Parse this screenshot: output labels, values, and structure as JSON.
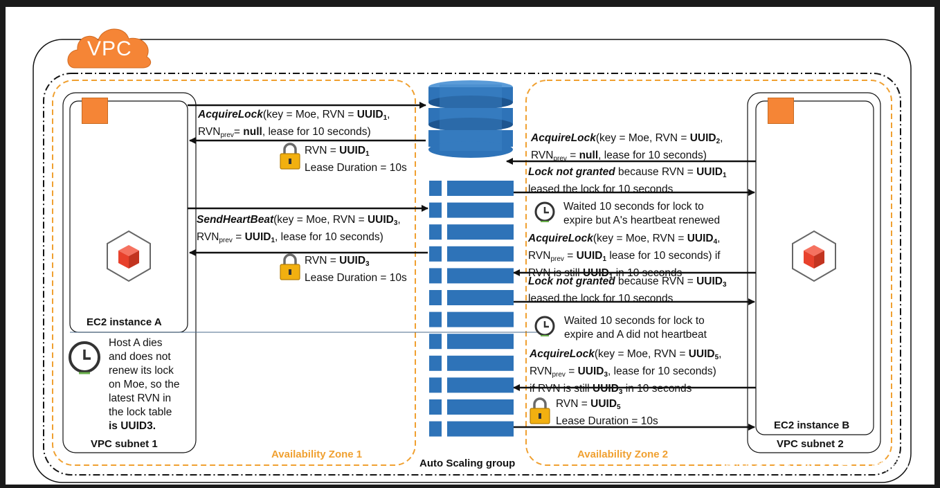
{
  "vpc_badge": "VPC",
  "watermark": "掘金技术社区 @ 日月星辰Ace",
  "auto_scaling_label": "Auto Scaling group",
  "zones": {
    "zone1": "Availability Zone 1",
    "zone2": "Availability Zone 2"
  },
  "subnets": {
    "subnet1": "VPC subnet 1",
    "subnet2": "VPC subnet 2"
  },
  "instances": {
    "a": "EC2 instance A",
    "b": "EC2 instance B"
  },
  "left_messages": {
    "acquire1_op": "AcquireLock",
    "acquire1_args1": "(key = Moe, RVN = ",
    "acquire1_uuid": "UUID",
    "acquire1_sub": "1",
    "acquire1_end1": ",",
    "acquire1_rvn": "RVN",
    "acquire1_prev": "prev",
    "acquire1_eq": "= ",
    "acquire1_null": "null",
    "acquire1_rest": ", lease for 10 seconds)",
    "resp1_rvn": "RVN = ",
    "resp1_uuid": "UUID",
    "resp1_sub": "1",
    "resp1_lease": "Lease Duration = 10s",
    "hb_op": "SendHeartBeat",
    "hb_args1": "(key = Moe, RVN = ",
    "hb_uuid": "UUID",
    "hb_sub": "3",
    "hb_end1": ",",
    "hb_rvn": "RVN",
    "hb_prev": "prev",
    "hb_eq": " = ",
    "hb_uuid2": "UUID",
    "hb_sub2": "1",
    "hb_rest": ", lease for 10 seconds)",
    "resp2_rvn": "RVN = ",
    "resp2_uuid": "UUID",
    "resp2_sub": "3",
    "resp2_lease": "Lease Duration = 10s"
  },
  "host_a_note": [
    "Host A dies",
    "and does not",
    "renew its lock",
    "on Moe, so the",
    "latest RVN in",
    "the lock table",
    "is UUID3."
  ],
  "right_messages": {
    "acq2_op": "AcquireLock",
    "acq2_args": "(key = Moe, RVN = ",
    "acq2_uuid": "UUID",
    "acq2_sub": "2",
    "acq2_end": ",",
    "acq2_rvn": "RVN",
    "acq2_prev": "prev",
    "acq2_eq": " = ",
    "acq2_null": "null",
    "acq2_rest": ", lease for 10 seconds)",
    "deny1_head": "Lock not granted",
    "deny1_mid": " because RVN = ",
    "deny1_uuid": "UUID",
    "deny1_sub": "1",
    "deny1_line2": "leased the lock for 10 seconds",
    "wait1_l1": "Waited 10 seconds for lock to",
    "wait1_l2": "expire but A's heartbeat renewed",
    "acq4_op": "AcquireLock",
    "acq4_args": "(key = Moe, RVN = ",
    "acq4_uuid": "UUID",
    "acq4_sub": "4",
    "acq4_end": ",",
    "acq4_rvn": "RVN",
    "acq4_prev": "prev",
    "acq4_eq": " = ",
    "acq4_uuid2": "UUID",
    "acq4_sub2": "1",
    "acq4_rest": " lease for 10 seconds) if",
    "acq4_l3a": "RVN is still ",
    "acq4_l3u": "UUID",
    "acq4_l3s": "1",
    "acq4_l3b": " in 10 seconds",
    "deny2_head": "Lock not granted",
    "deny2_mid": " because RVN = ",
    "deny2_uuid": "UUID",
    "deny2_sub": "3",
    "deny2_line2": "leased the lock for 10 seconds",
    "wait2_l1": "Waited 10 seconds for lock to",
    "wait2_l2": "expire and A did not heartbeat",
    "acq5_op": "AcquireLock",
    "acq5_args": "(key = Moe, RVN = ",
    "acq5_uuid": "UUID",
    "acq5_sub": "5",
    "acq5_end": ",",
    "acq5_rvn": "RVN",
    "acq5_prev": "prev",
    "acq5_eq": " = ",
    "acq5_uuid2": "UUID",
    "acq5_sub2": "3",
    "acq5_rest": ", lease for 10 seconds)",
    "acq5_l3a": "if RVN is still ",
    "acq5_l3u": "UUID",
    "acq5_l3s": "3",
    "acq5_l3b": " in 10 seconds",
    "resp3_rvn": "RVN = ",
    "resp3_uuid": "UUID",
    "resp3_sub": "5",
    "resp3_lease": "Lease Duration = 10s"
  },
  "colors": {
    "orange": "#f58536",
    "zone_orange": "#f0a030",
    "dynamo_blue": "#2e73b8",
    "instance_red": "#e8412c"
  },
  "icons": [
    "cloud-icon",
    "dynamodb-icon",
    "instance-stack-icon",
    "ec2-cube-icon",
    "padlock-icon",
    "clock-icon",
    "arrow-icon"
  ]
}
